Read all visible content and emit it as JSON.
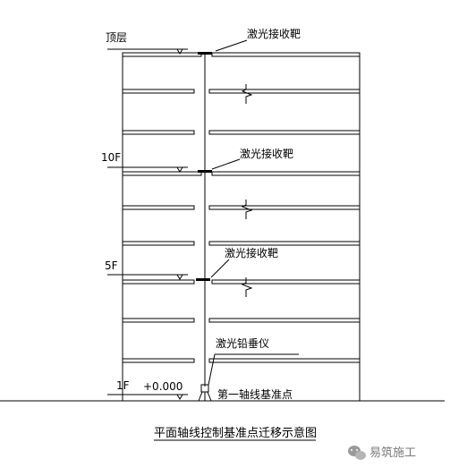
{
  "levels": {
    "top": "顶层",
    "tenth": "10F",
    "fifth": "5F",
    "ground": "1F",
    "ground_elevation": "+0.000"
  },
  "targets": {
    "top": "激光接收靶",
    "tenth": "激光接收靶",
    "fifth": "激光接收靶"
  },
  "instrument": "激光铅垂仪",
  "baseline_point": "第一轴线基准点",
  "caption": "平面轴线控制基准点迁移示意图",
  "watermark": {
    "text": "易筑施工",
    "icon": "wechat-icon"
  }
}
